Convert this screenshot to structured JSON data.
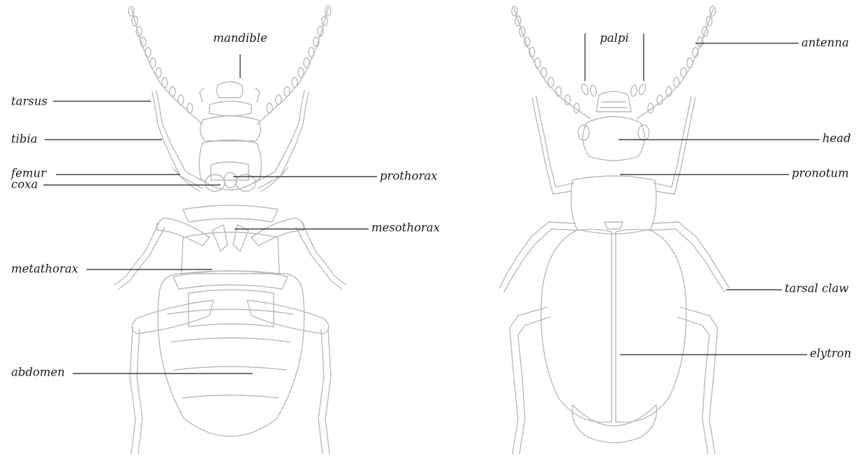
{
  "ventral_view": {
    "labels": {
      "mandible": "mandible",
      "tarsus": "tarsus",
      "tibia": "tibia",
      "femur": "femur",
      "coxa": "coxa",
      "prothorax": "prothorax",
      "mesothorax": "mesothorax",
      "metathorax": "metathorax",
      "abdomen": "abdomen"
    }
  },
  "dorsal_view": {
    "labels": {
      "palpi": "palpi",
      "antenna": "antenna",
      "head": "head",
      "pronotum": "pronotum",
      "tarsal_claw": "tarsal claw",
      "elytron": "elytron"
    }
  },
  "colors": {
    "outline": "#b9b9b9",
    "leader": "#1a1a1a",
    "background": "#ffffff"
  }
}
